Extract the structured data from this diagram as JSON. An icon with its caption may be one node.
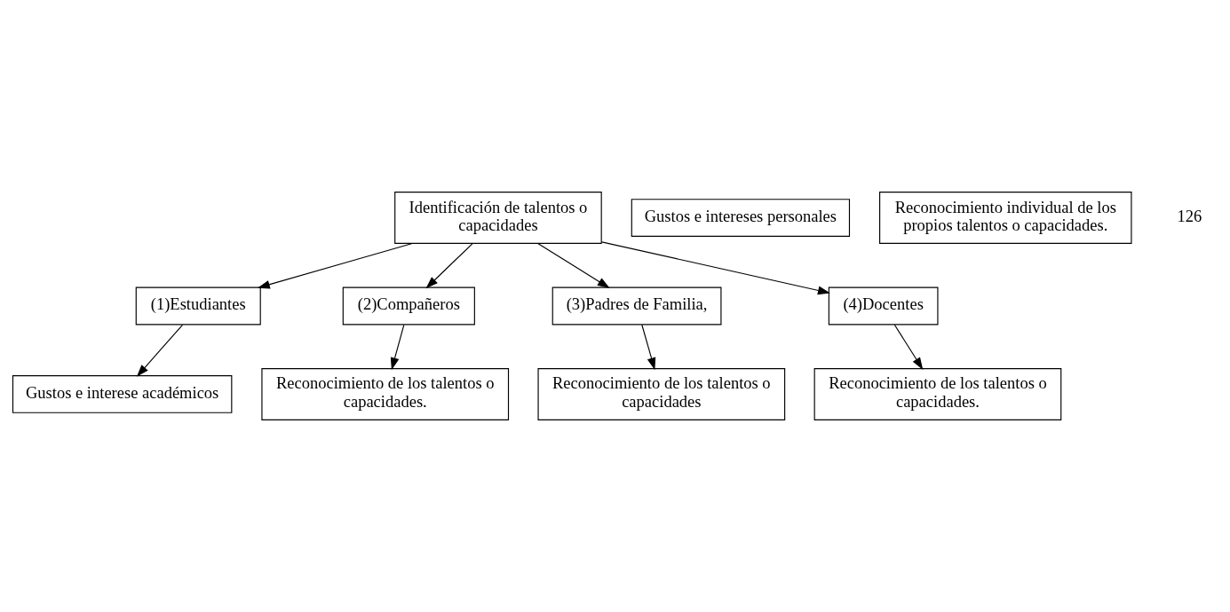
{
  "diagram": {
    "nodes": [
      {
        "text": [
          "Identificación de talentos o capacidades"
        ]
      },
      {
        "text": [
          "(1)Estudiantes"
        ]
      },
      {
        "text": [
          "Gustos e interese académicos"
        ]
      },
      {
        "text": [
          "Gustos e intereses personales"
        ]
      },
      {
        "text": [
          "Reconocimiento individual de los propios talentos o capacidades."
        ]
      },
      {
        "text": [
          "(2)Compañeros"
        ]
      },
      {
        "text": [
          "Reconocimiento de los talentos o capacidades."
        ]
      },
      {
        "text": [
          "(3)Padres de Familia,"
        ]
      },
      {
        "text": [
          "Reconocimiento de los talentos o capacidades"
        ]
      },
      {
        "text": [
          "(4)Docentes"
        ]
      },
      {
        "text": [
          "Reconocimiento de los talentos o capacidades."
        ]
      }
    ],
    "edges": [
      {
        "from": 0,
        "to": 1,
        "arrow": "to"
      },
      {
        "from": 1,
        "to": 2,
        "arrow": "to"
      },
      {
        "from": 0,
        "to": 5,
        "arrow": "to"
      },
      {
        "from": 5,
        "to": 6,
        "arrow": "to"
      },
      {
        "from": 0,
        "to": 7,
        "arrow": "to"
      },
      {
        "from": 7,
        "to": 8,
        "arrow": "to"
      },
      {
        "from": 0,
        "to": 9,
        "arrow": "to"
      },
      {
        "from": 9,
        "to": 10,
        "arrow": "to"
      }
    ],
    "labels": [
      "126"
    ]
  }
}
